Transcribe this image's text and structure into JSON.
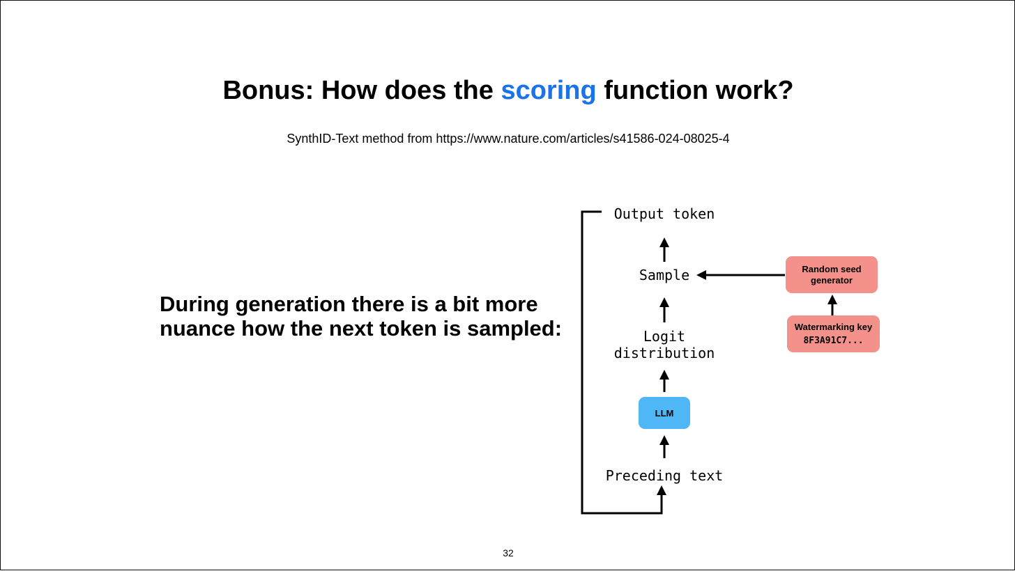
{
  "slide": {
    "title_before": "Bonus: How does the ",
    "title_accent": "scoring",
    "title_after": " function work?",
    "subtitle": "SynthID-Text method from https://www.nature.com/articles/s41586-024-08025-4",
    "body": "During generation there is a bit more nuance how the next token is sampled:",
    "page_number": "32",
    "accent_color": "#1a73e8"
  },
  "diagram": {
    "output_token": "Output token",
    "sample": "Sample",
    "logit_line1": "Logit",
    "logit_line2": "distribution",
    "llm": "LLM",
    "preceding_text": "Preceding text",
    "random_seed": "Random seed generator",
    "watermarking_key_label": "Watermarking key",
    "watermarking_key_value": "8F3A91C7...",
    "colors": {
      "llm_box": "#4fb7f5",
      "key_boxes": "#f4918a"
    }
  }
}
